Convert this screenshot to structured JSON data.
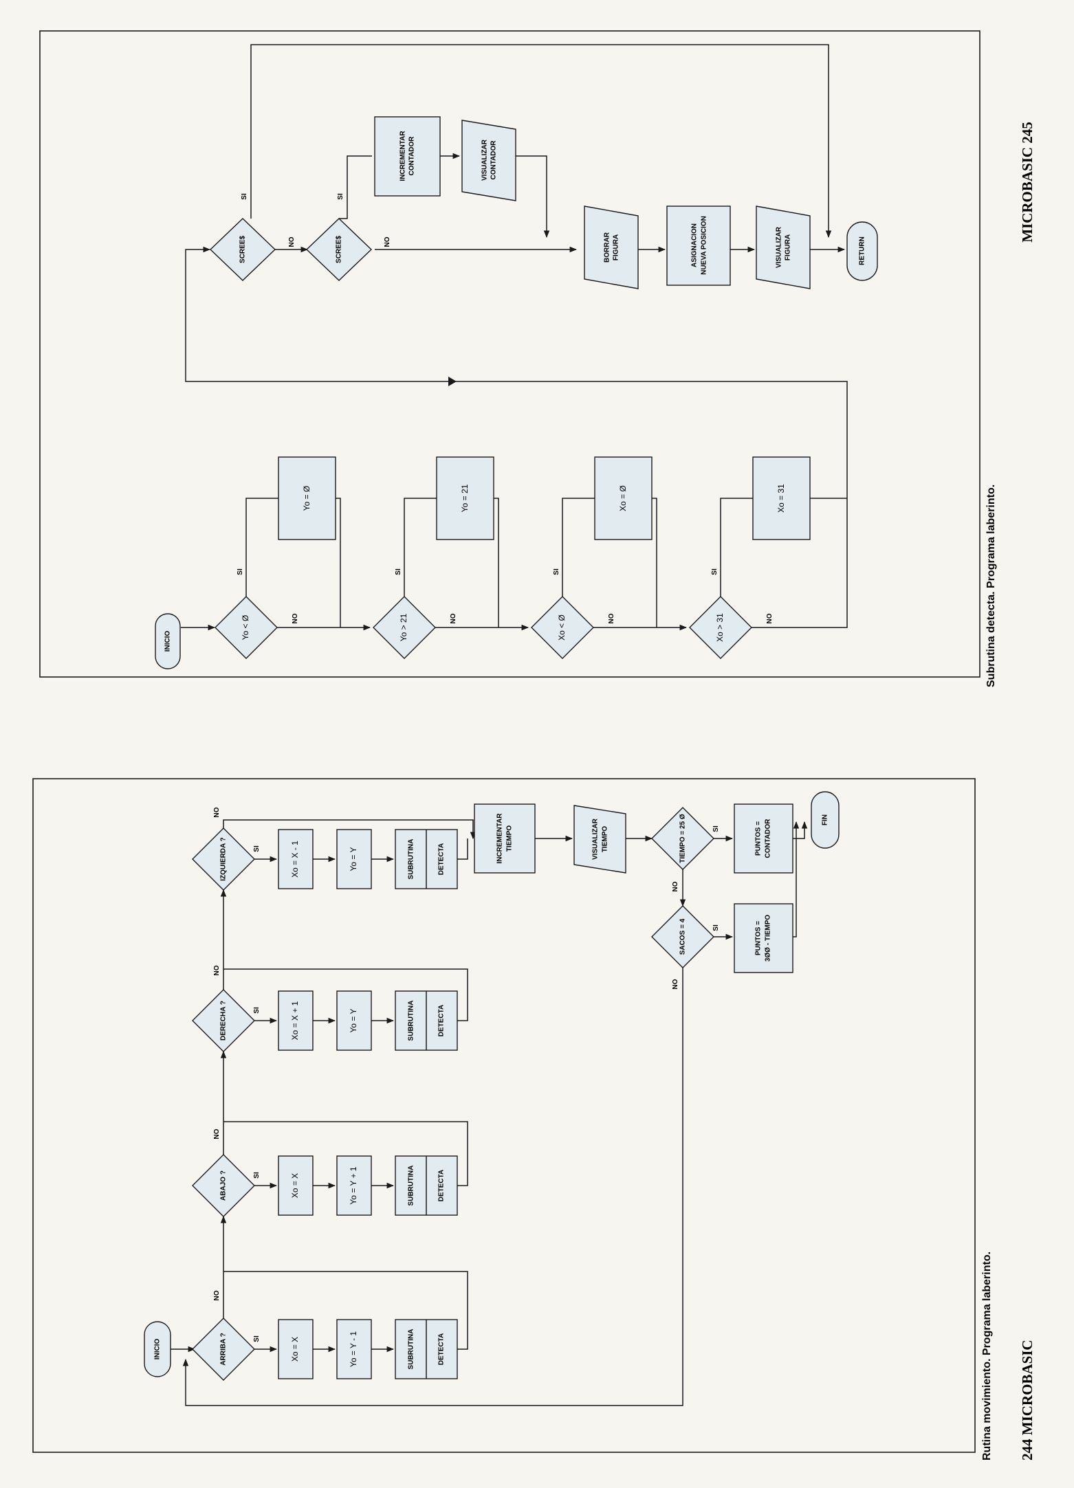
{
  "page_right": {
    "caption": "Subrutina detecta. Programa laberinto.",
    "page_number": "MICROBASIC 245",
    "labels": {
      "inicio": "INICIO",
      "yo_lt_0": "Yo < Ø",
      "yo_gt_21": "Yo > 21",
      "xo_lt_0": "Xo < Ø",
      "xo_gt_31": "Xo > 31",
      "yo_eq_0": "Yo = Ø",
      "yo_eq_21": "Yo = 21",
      "xo_eq_0": "Xo = Ø",
      "xo_eq_31": "Xo = 31",
      "scree_a": "SCREE$",
      "scree_b": "SCREE$",
      "incrementar_l1": "INCREMENTAR",
      "incrementar_l2": "CONTADOR",
      "visualizar_contador_l1": "VISUALIZAR",
      "visualizar_contador_l2": "CONTADOR",
      "borrar_l1": "BORRAR",
      "borrar_l2": "FIGURA",
      "asignacion_l1": "ASIGNACION",
      "asignacion_l2": "NUEVA POSICION",
      "visualizar_figura_l1": "VISUALIZAR",
      "visualizar_figura_l2": "FIGURA",
      "return": "RETURN",
      "si": "SI",
      "no": "NO"
    }
  },
  "page_left": {
    "caption": "Rutina movimiento. Programa laberinto.",
    "page_number": "244 MICROBASIC",
    "labels": {
      "inicio": "INICIO",
      "arriba": "ARRIBA ?",
      "abajo": "ABAJO ?",
      "derecha": "DERECHA ?",
      "izquierda": "IZQUIERDA ?",
      "xo_x_1": "Xo = X",
      "yo_y_1": "Yo = Y - 1",
      "xo_x_2": "Xo = X",
      "yo_y_2": "Yo = Y + 1",
      "xo_x_3": "Xo = X + 1",
      "yo_y_3": "Yo = Y",
      "xo_x_4": "Xo = X - 1",
      "yo_y_4": "Yo = Y",
      "subrutina": "SUBRUTINA",
      "detecta": "DETECTA",
      "incrementar_l1": "INCREMENTAR",
      "incrementar_l2": "TIEMPO",
      "visualizar_l1": "VISUALIZAR",
      "visualizar_l2": "TIEMPO",
      "tiempo_cond": "TIEMPO = 25 Ø",
      "sacos_cond": "SACOS = 4",
      "puntos_contador_l1": "PUNTOS =",
      "puntos_contador_l2": "CONTADOR",
      "puntos_tiempo_l1": "PUNTOS =",
      "puntos_tiempo_l2": "3ØØ - TIEMPO",
      "fin": "FIN",
      "si": "SI",
      "no": "NO"
    }
  }
}
